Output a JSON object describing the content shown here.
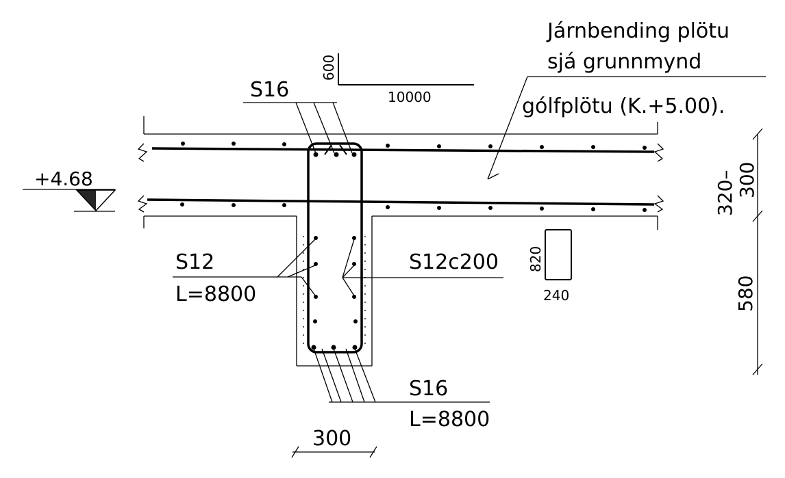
{
  "note_slab": {
    "line1": "Járnbending plötu",
    "line2": "sjá grunnmynd",
    "line3": "gólfplötu (K.+5.00)."
  },
  "scale": {
    "vertical": "600",
    "horizontal": "10000"
  },
  "level": {
    "label": "+4.68"
  },
  "labels": {
    "top_bar": "S16",
    "side_bar": "S12",
    "side_bar_length": "L=8800",
    "stirrup": "S12c200",
    "bottom_bar": "S16",
    "bottom_bar_length": "L=8800"
  },
  "stirrup_shape": {
    "height": "820",
    "width": "240"
  },
  "dimensions": {
    "slab_thickness": "320–\n300",
    "slab_thickness_a": "320–",
    "slab_thickness_b": "300",
    "beam_depth": "580",
    "beam_width": "300"
  }
}
